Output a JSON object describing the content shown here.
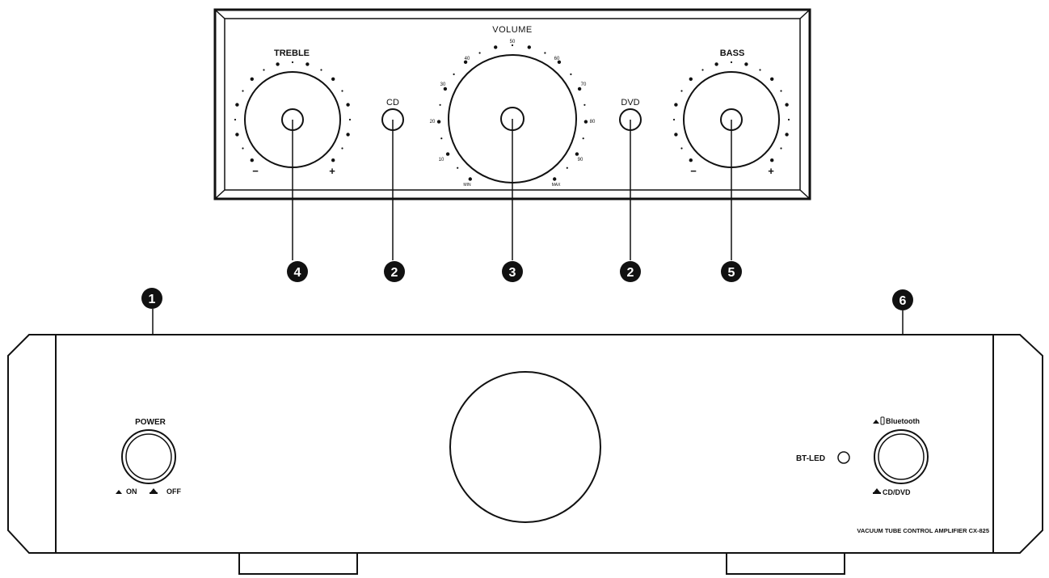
{
  "front_panel_detail": {
    "treble_label": "TREBLE",
    "treble_minus": "−",
    "treble_plus": "+",
    "cd_label": "CD",
    "volume_label": "VOLUME",
    "volume_scale": [
      "10",
      "20",
      "30",
      "40",
      "50",
      "60",
      "70",
      "80",
      "90"
    ],
    "volume_min": "MIN",
    "volume_max": "MAX",
    "dvd_label": "DVD",
    "bass_label": "BASS",
    "bass_minus": "−",
    "bass_plus": "+"
  },
  "callouts": {
    "c1": "1",
    "c2a": "2",
    "c2b": "2",
    "c3": "3",
    "c4": "4",
    "c5": "5",
    "c6": "6"
  },
  "amplifier": {
    "power_label": "POWER",
    "on_label": "ON",
    "off_label": "OFF",
    "bt_led_label": "BT-LED",
    "bluetooth_label": "Bluetooth",
    "cd_dvd_label": "CD/DVD",
    "model_label": "VACUUM TUBE CONTROL AMPLIFIER CX-825"
  }
}
